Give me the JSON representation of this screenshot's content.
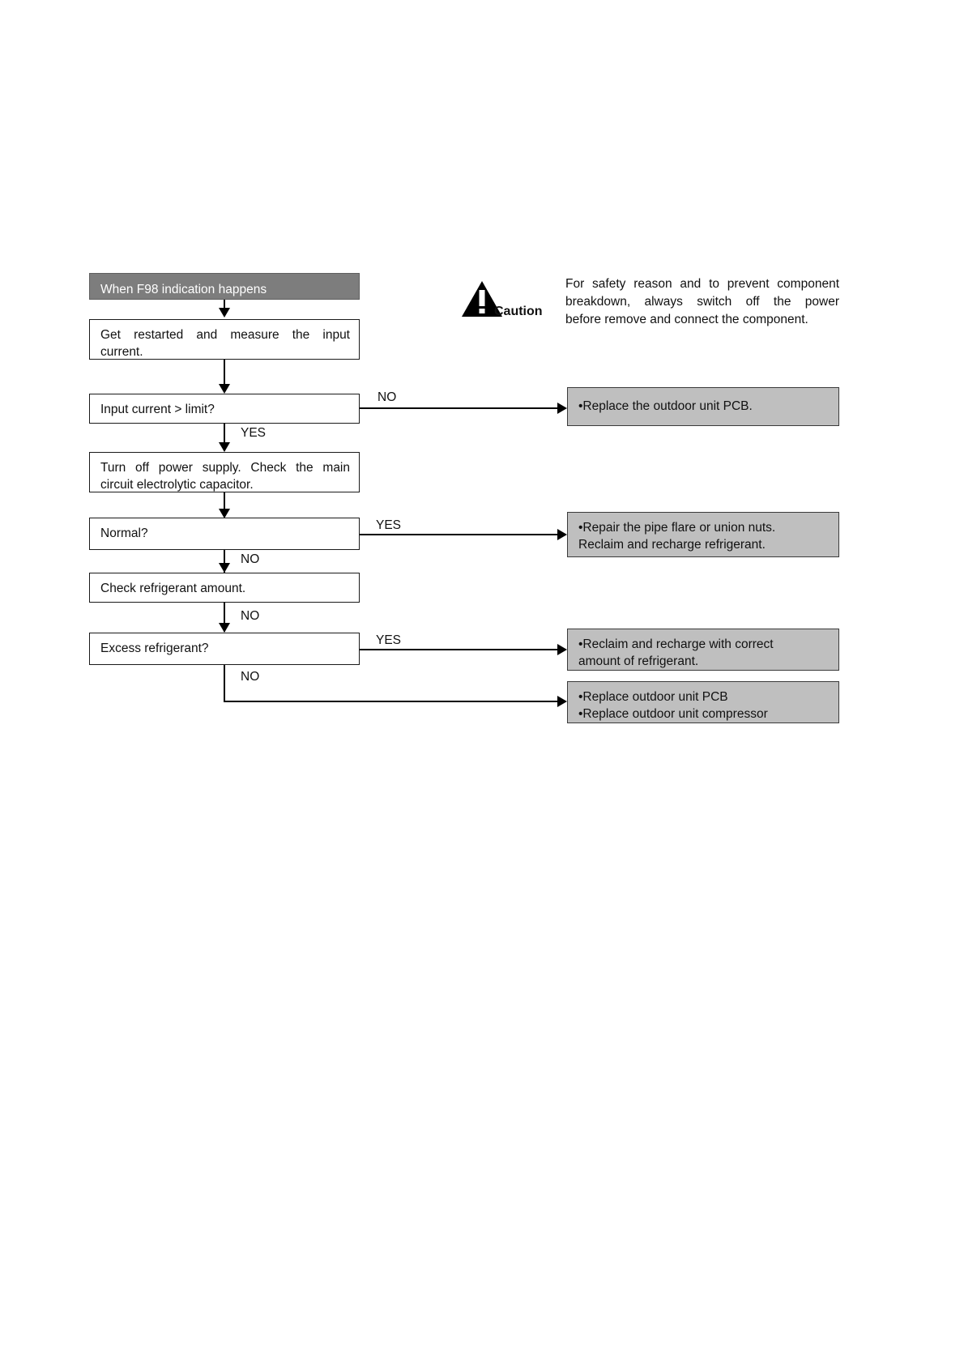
{
  "diagram": {
    "title_box": {
      "label": "When F98 indication happens"
    },
    "steps": [
      {
        "id": "measure-input-current",
        "line1": "Get   restarted   and   measure   the   input",
        "line2": "current."
      },
      {
        "id": "input-current-limit",
        "label": "Input current > limit?"
      },
      {
        "id": "turn-off-power-supply",
        "line1": "Turn  off  power  supply.  Check  the  main",
        "line2": "circuit electrolytic capacitor."
      },
      {
        "id": "normal",
        "label": "Normal?"
      },
      {
        "id": "check-refrigerant-amount",
        "label": "Check refrigerant amount."
      },
      {
        "id": "excess-refrigerant",
        "label": "Excess refrigerant?"
      }
    ],
    "actions": [
      {
        "id": "replace-outdoor-pcb",
        "line1": "•Replace the outdoor unit PCB.",
        "line2": ""
      },
      {
        "id": "repair-pipe-flare",
        "line1": "•Repair the pipe flare or union nuts.",
        "line2": "Reclaim and recharge refrigerant."
      },
      {
        "id": "reclaim-recharge-correct",
        "line1": "•Reclaim and recharge with correct",
        "line2": "amount of refrigerant."
      },
      {
        "id": "replace-pcb-compressor",
        "line1": "•Replace outdoor unit PCB",
        "line2": "•Replace outdoor unit compressor"
      }
    ],
    "edge_labels": {
      "no_1": "NO",
      "yes_1": "YES",
      "yes_2": "YES",
      "no_2": "NO",
      "no_3": "NO",
      "yes_3": "YES",
      "no_4": "NO"
    },
    "caution": {
      "word": "Caution",
      "line1": "For safety reason and to prevent component",
      "line2": "breakdown,   always   switch   off   the   power",
      "line3": "before remove and connect the component."
    },
    "colors": {
      "header_fill": "#7d7d7d",
      "action_fill": "#bfbfbf",
      "stroke": "#1a1a1a",
      "page_bg": "#ffffff"
    }
  }
}
